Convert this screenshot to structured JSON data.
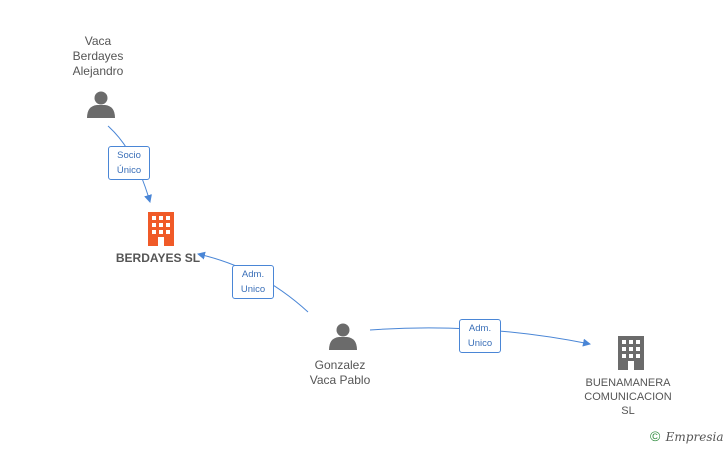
{
  "nodes": {
    "vaca": {
      "label": "Vaca\nBerdayes\nAlejandro",
      "type": "person",
      "color": "#6b6b6b"
    },
    "berdayes": {
      "label": "BERDAYES SL",
      "type": "company",
      "color": "#f05a28"
    },
    "gonzalez": {
      "label": "Gonzalez\nVaca Pablo",
      "type": "person",
      "color": "#6b6b6b"
    },
    "buenamanera": {
      "label": "BUENAMANERA\nCOMUNICACION\nSL",
      "type": "company",
      "color": "#6b6b6b"
    }
  },
  "edges": {
    "socio": {
      "label": "Socio\nÚnico",
      "from": "vaca",
      "to": "berdayes"
    },
    "adm1": {
      "label": "Adm.\nUnico",
      "from": "gonzalez",
      "to": "berdayes"
    },
    "adm2": {
      "label": "Adm.\nUnico",
      "from": "gonzalez",
      "to": "buenamanera"
    }
  },
  "edge_color": "#4a86d6",
  "watermark": {
    "symbol": "©",
    "brand": "Empresia"
  }
}
